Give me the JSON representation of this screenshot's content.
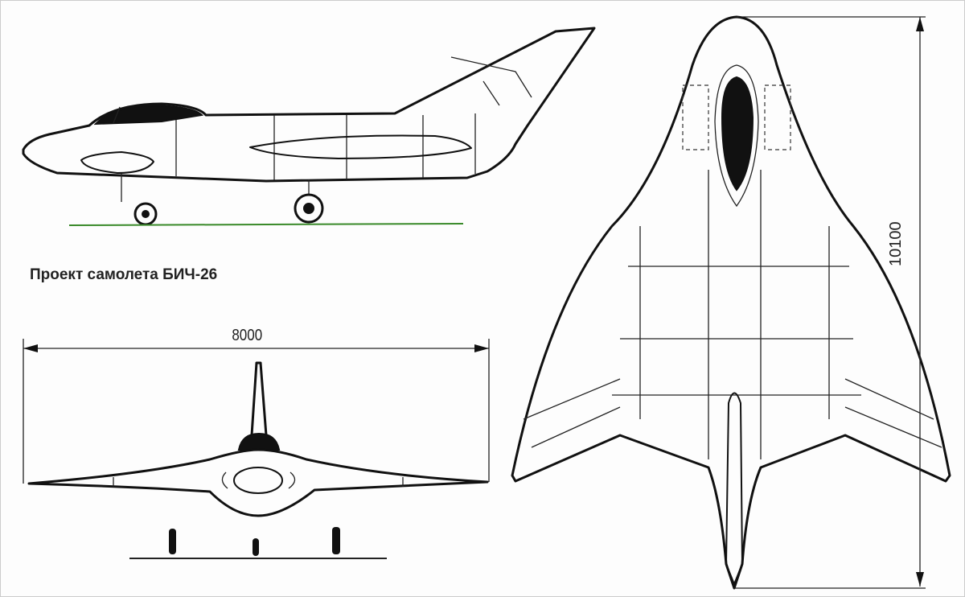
{
  "caption": "Проект самолета БИЧ-26",
  "dimensions": {
    "wingspan": "8000",
    "length": "10100"
  },
  "colors": {
    "ground_line": "#3a8a2a",
    "ink": "#111111"
  }
}
